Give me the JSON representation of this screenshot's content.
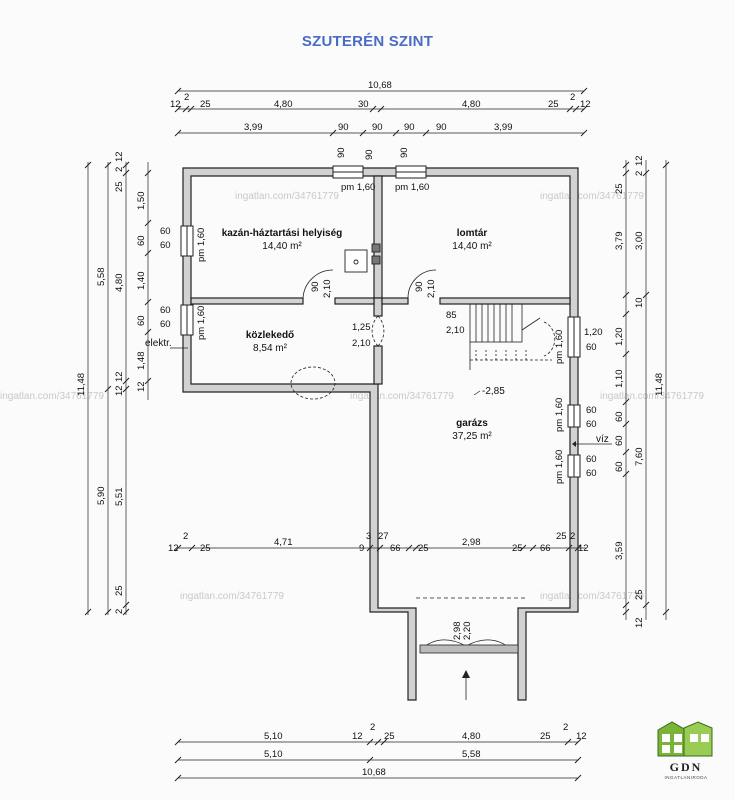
{
  "title": "SZUTERÉN SZINT",
  "rooms": [
    {
      "name": "kazán-háztartási helyiség",
      "area": "14,40 m²"
    },
    {
      "name": "lomtár",
      "area": "14,40 m²"
    },
    {
      "name": "közlekedő",
      "area": "8,54 m²"
    },
    {
      "name": "garázs",
      "area": "37,25 m²"
    }
  ],
  "notes": {
    "elektr": "elektr.",
    "viz": "víz",
    "level": "-2,85"
  },
  "dims": {
    "top": {
      "total": "10,68",
      "row2": [
        "12",
        "2",
        "25",
        "4,80",
        "30",
        "4,80",
        "25",
        "2",
        "12"
      ],
      "row3": [
        "3,99",
        "90",
        "90",
        "90",
        "90",
        "3,99"
      ]
    },
    "bottom": {
      "row1": [
        "5,10",
        "12",
        "2",
        "25",
        "4,80",
        "25",
        "2",
        "12"
      ],
      "row2": [
        "5,10",
        "5,58"
      ],
      "total": "10,68"
    },
    "mid": [
      "12",
      "2",
      "25",
      "4,71",
      "3",
      "9",
      "27",
      "66",
      "25",
      "2,98",
      "25",
      "66",
      "25",
      "2",
      "12"
    ],
    "left": {
      "c1": "11,48",
      "c2": [
        "5,58",
        "5,90"
      ],
      "c3": [
        "2",
        "25",
        "4,80",
        "12",
        "5,51",
        "2",
        "25"
      ],
      "c4": [
        "12",
        "1,50",
        "60",
        "1,40",
        "60",
        "1,48",
        "12",
        "12"
      ]
    },
    "right": {
      "c1": "11,48",
      "c2": [
        "3,00",
        "7,60"
      ],
      "c3": [
        "2",
        "25",
        "3,79",
        "10",
        "1,20",
        "1,10",
        "60",
        "60",
        "60",
        "3,59",
        "12",
        "25"
      ],
      "c4": [
        "12"
      ]
    },
    "windows": {
      "top_left": [
        "90",
        "pm 1,60"
      ],
      "top_right": [
        "90",
        "pm 1,60"
      ],
      "door": "90",
      "left1": [
        "60",
        "60",
        "pm 1,60"
      ],
      "left2": [
        "60",
        "60",
        "pm 1,60"
      ],
      "right1": [
        "1,20",
        "60",
        "pm 1,60"
      ],
      "right2": [
        "60",
        "60",
        "pm 1,60"
      ],
      "right3": [
        "60",
        "60",
        "pm 1,60"
      ],
      "doors": [
        "90",
        "2,10",
        "90",
        "2,10",
        "1,25",
        "2,10",
        "85",
        "2,10"
      ],
      "garage": [
        "2,98",
        "2,20"
      ]
    }
  },
  "watermark": "ingatlan.com/34761779",
  "logo": {
    "name": "GDN",
    "sub": "INGATLANIRODA"
  },
  "colors": {
    "title": "#4a6cc4",
    "wall_fill": "#d2d2d2",
    "line": "#222222"
  }
}
